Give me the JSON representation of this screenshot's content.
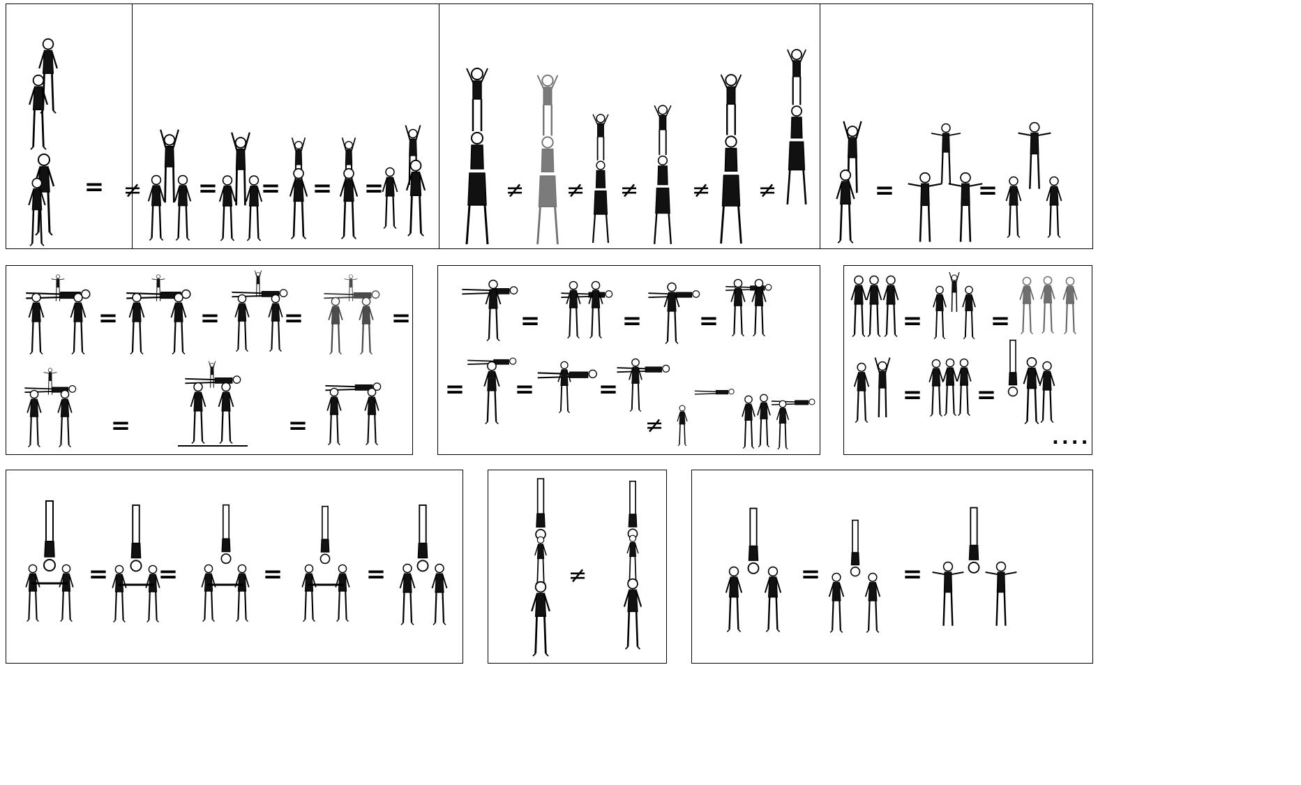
{
  "symbols": {
    "equal": "=",
    "not_equal": "≠",
    "continuation": "...."
  },
  "colors": {
    "outline": "#000000",
    "leotard": "#111111",
    "faded": "#9a9a9a"
  },
  "panels": [
    {
      "id": "row1-panel1-left",
      "relations": [
        "="
      ]
    },
    {
      "id": "row1-panel1-right",
      "relations": [
        "≠",
        "=",
        "=",
        "=",
        "="
      ]
    },
    {
      "id": "row1-panel2",
      "relations": [
        "≠",
        "≠",
        "≠",
        "≠",
        "≠"
      ]
    },
    {
      "id": "row1-panel3",
      "relations": [
        "=",
        "="
      ]
    },
    {
      "id": "row2-panel1",
      "relations": [
        "=",
        "=",
        "=",
        "=",
        "=",
        "="
      ]
    },
    {
      "id": "row2-panel2",
      "relations": [
        "=",
        "=",
        "=",
        "=",
        "=",
        "=",
        "≠"
      ]
    },
    {
      "id": "row2-panel3",
      "relations": [
        "=",
        "=",
        "=",
        "="
      ],
      "trailing": "...."
    },
    {
      "id": "row3-panel1",
      "relations": [
        "=",
        "=",
        "=",
        "="
      ]
    },
    {
      "id": "row3-panel2",
      "relations": [
        "≠"
      ]
    },
    {
      "id": "row3-panel3",
      "relations": [
        "=",
        "="
      ]
    }
  ]
}
